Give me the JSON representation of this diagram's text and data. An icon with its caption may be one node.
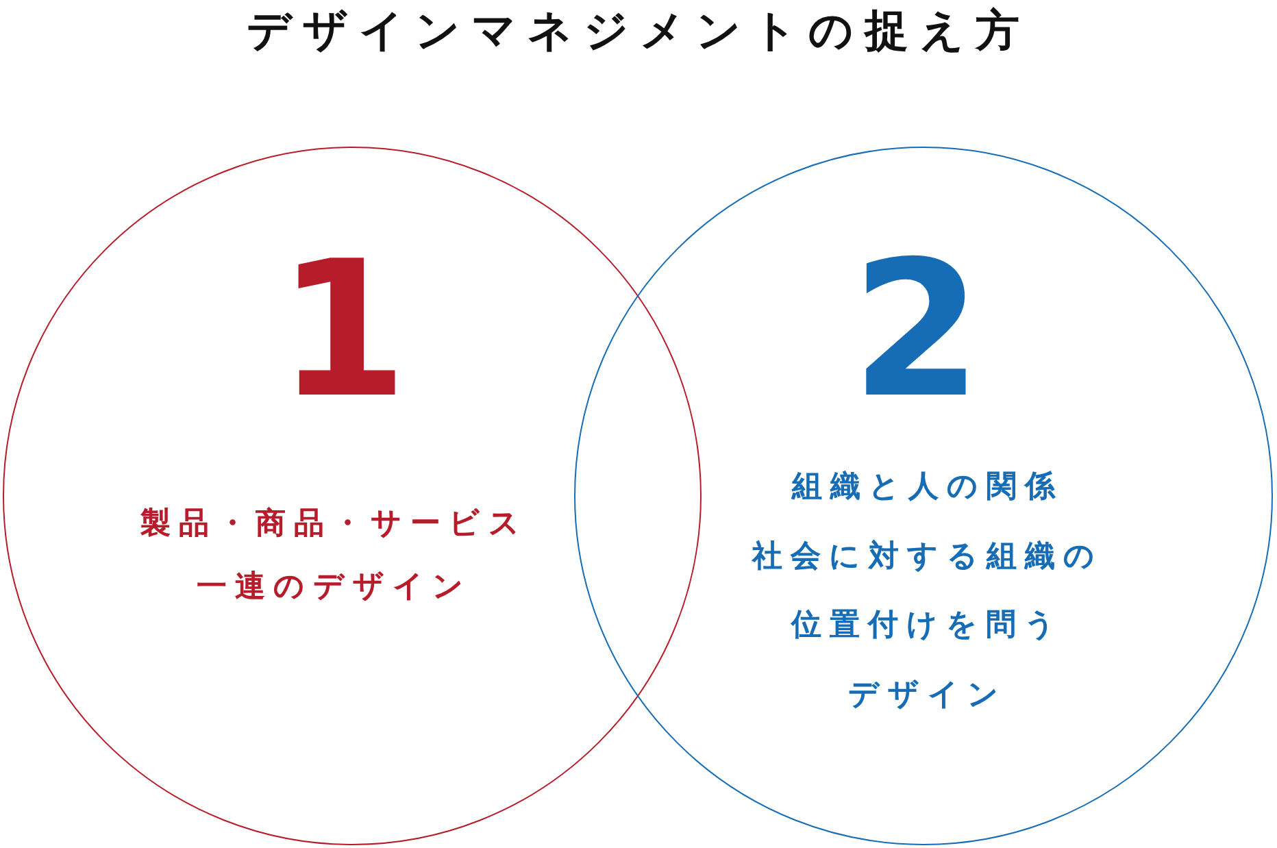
{
  "diagram": {
    "title": "デザインマネジメントの捉え方",
    "nodes": [
      {
        "text": [
          "1",
          "製品・商品・サービス一連のデザイン"
        ]
      },
      {
        "text": [
          "2",
          "組織と人の関係社会に対する組織の位置付けを問うデザイン"
        ]
      }
    ]
  }
}
